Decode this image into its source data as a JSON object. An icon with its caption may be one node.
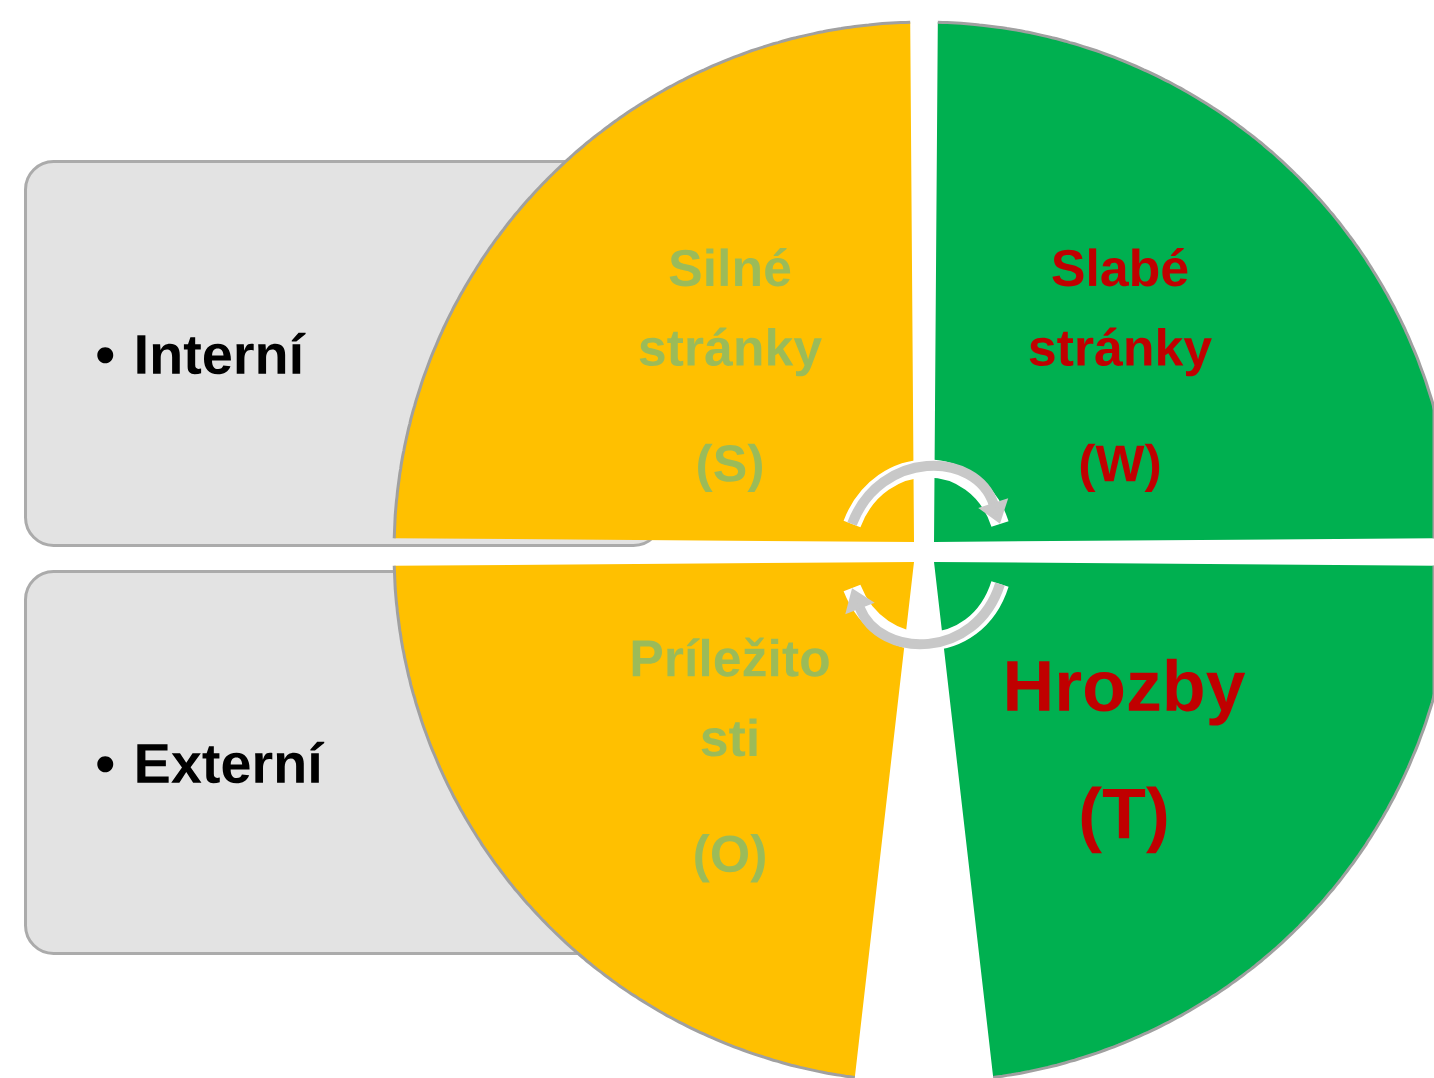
{
  "diagram": {
    "nodes": [
      {
        "text": [
          "• Interní"
        ]
      },
      {
        "text": [
          "• Externí"
        ]
      },
      {
        "text": [
          "Silné stránky",
          "(S)"
        ]
      },
      {
        "text": [
          "Slabé stránky",
          "(W)"
        ]
      },
      {
        "text": [
          "Príležito sti",
          "(O)"
        ]
      },
      {
        "text": [
          "Hrozby",
          "(T)"
        ]
      }
    ],
    "edges": [
      {
        "from": 2,
        "to": 3,
        "arrow": "to"
      },
      {
        "from": 5,
        "to": 4,
        "arrow": "to"
      }
    ]
  }
}
